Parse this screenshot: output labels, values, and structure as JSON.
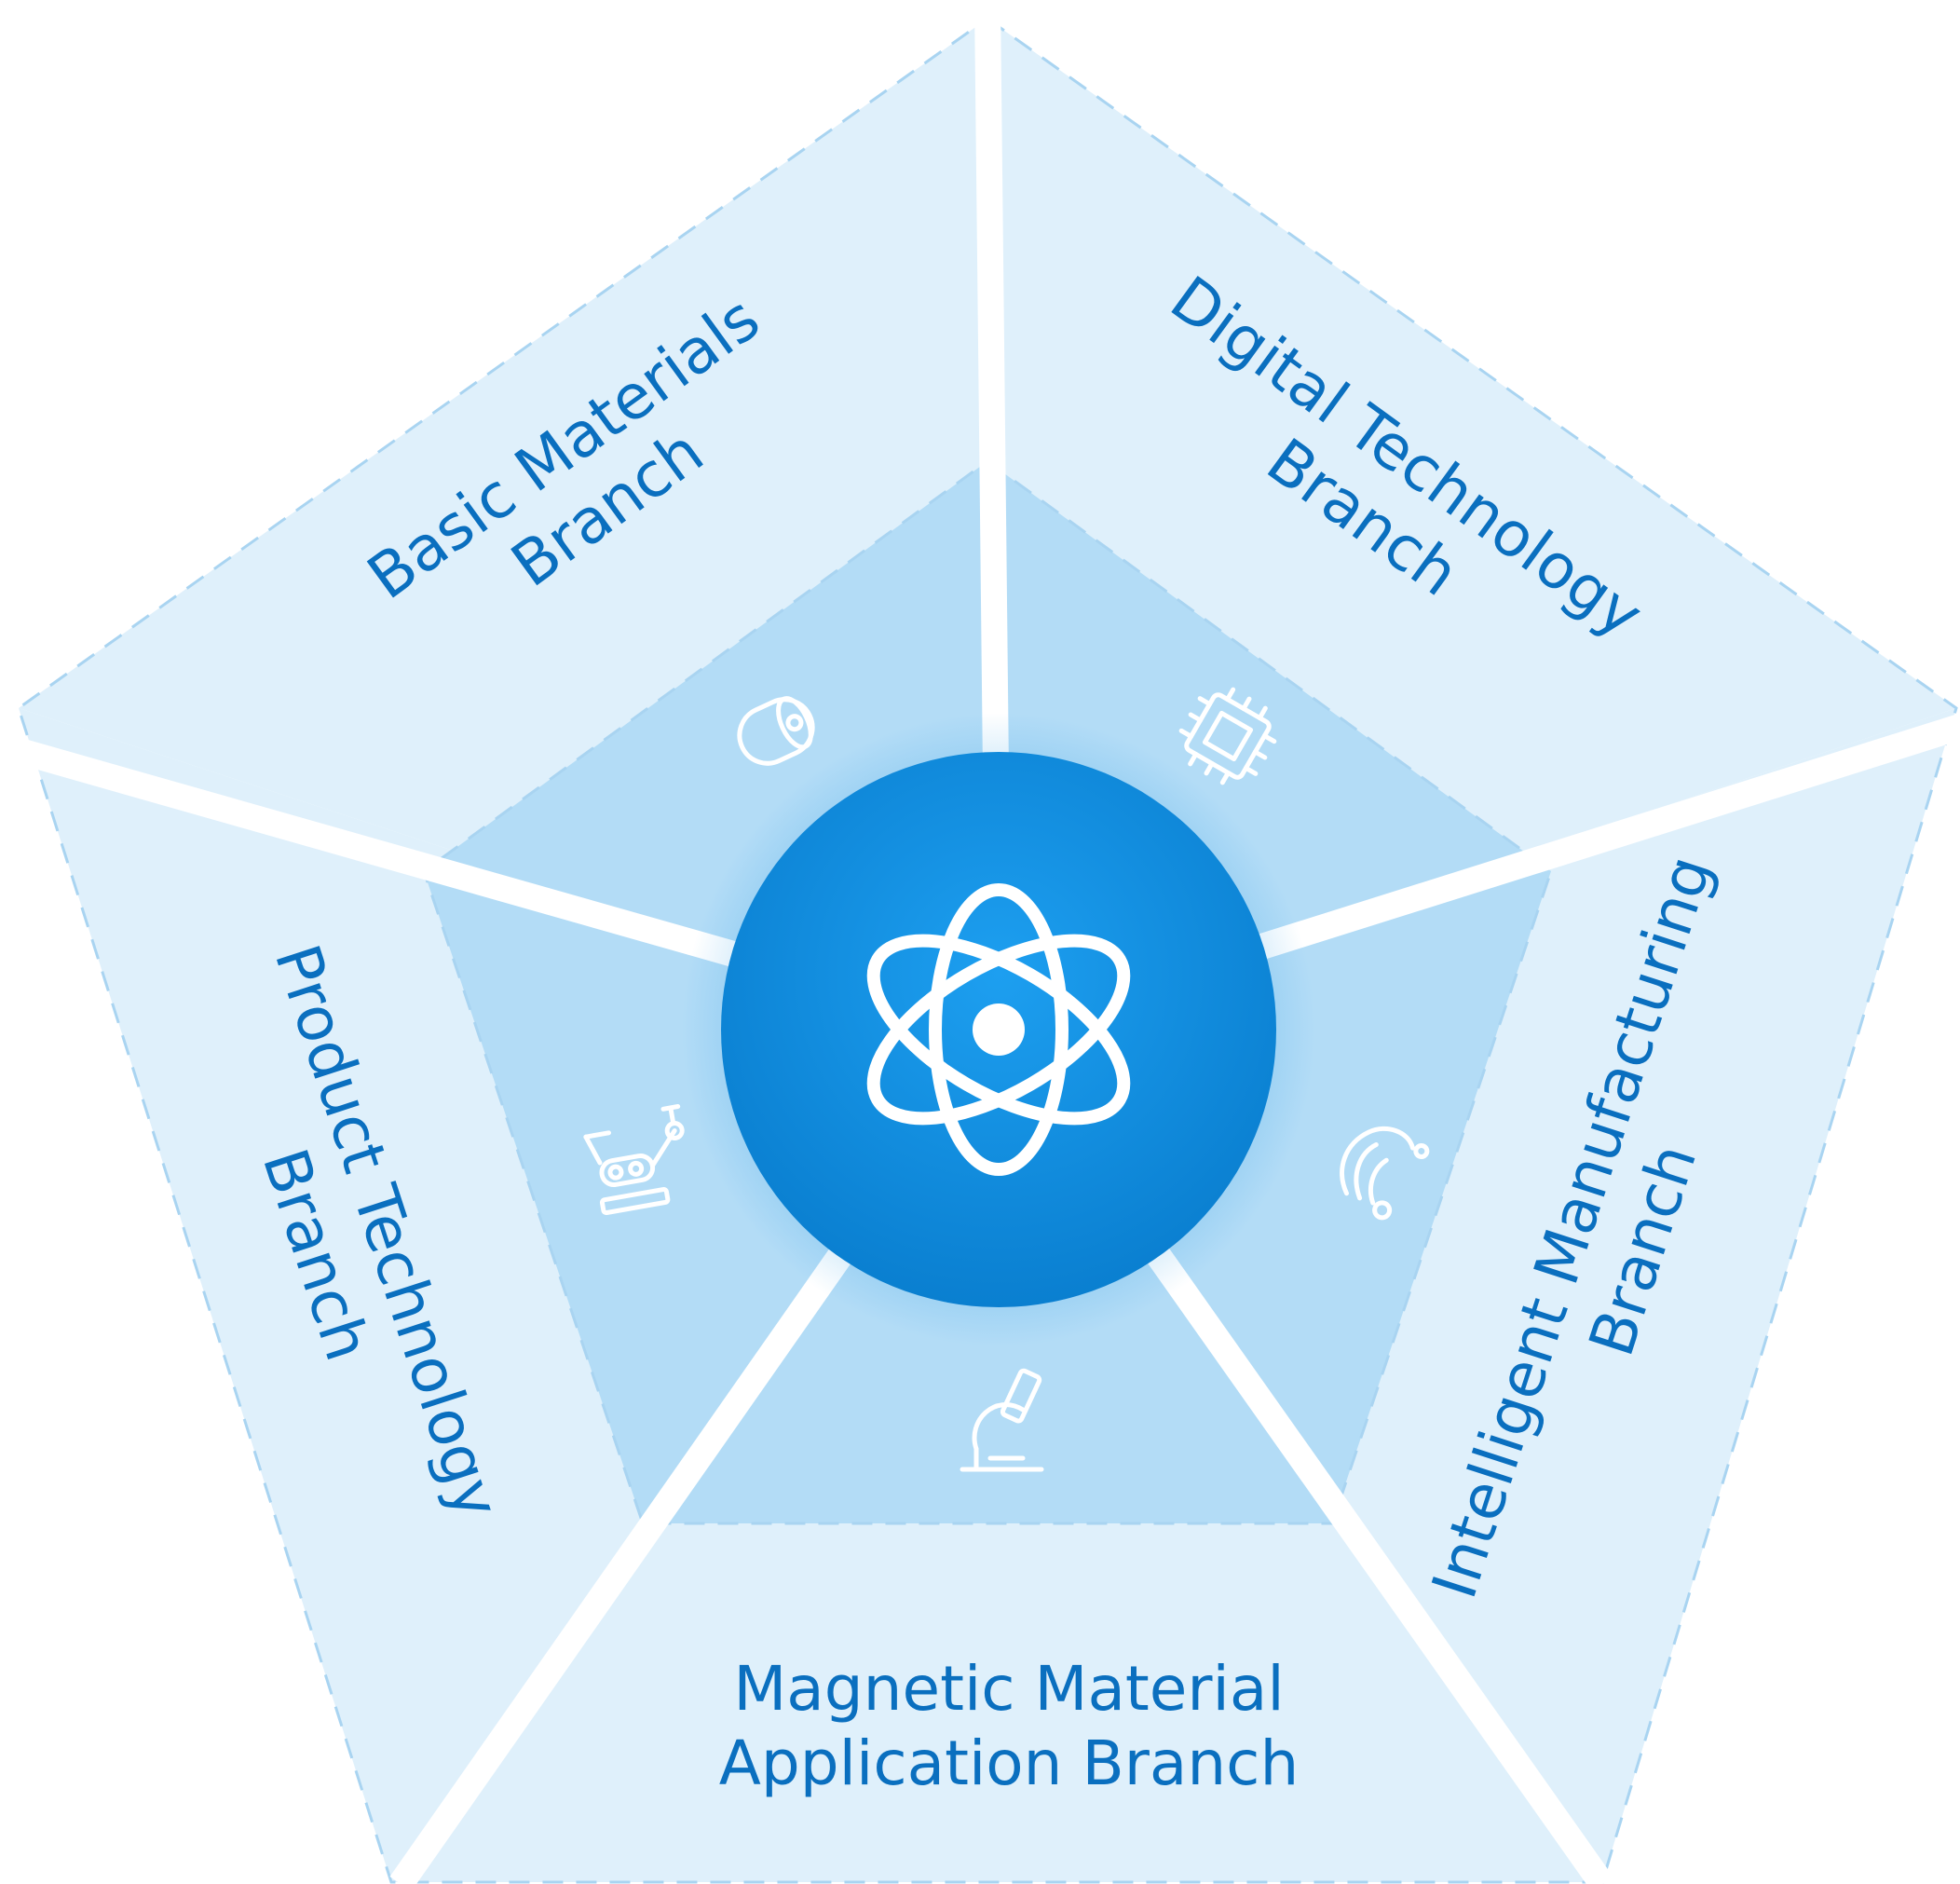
{
  "center": {
    "icon": "atom-icon",
    "color": "#1591e0"
  },
  "colors": {
    "outer": "#dff0fb",
    "inner": "#b3dcf6",
    "text": "#0a6fbf"
  },
  "branches": [
    {
      "line1": "Basic Materials",
      "line2": "Branch",
      "icon": "cylinder-core-icon"
    },
    {
      "line1": "Digital Technology",
      "line2": "Branch",
      "icon": "chip-icon"
    },
    {
      "line1": "Intelligent Manufacturing",
      "line2": "Branch",
      "icon": "flow-pipe-icon"
    },
    {
      "line1": "Magnetic Material",
      "line2": "Application Branch",
      "icon": "microscope-icon"
    },
    {
      "line1": "Product Technology",
      "line2": "Branch",
      "icon": "robot-arm-icon"
    }
  ]
}
